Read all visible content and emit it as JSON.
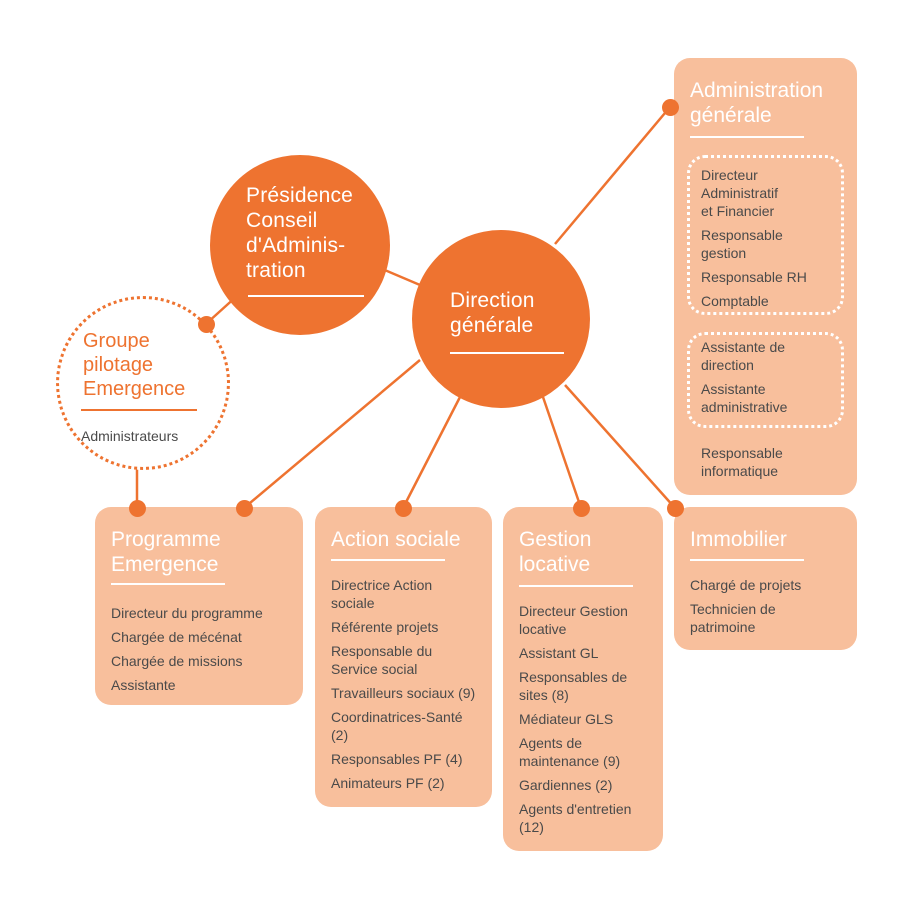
{
  "colors": {
    "accent": "#ee7330",
    "box": "#f8bf9c",
    "text": "#4a4a4a",
    "white": "#ffffff"
  },
  "presidence": {
    "title_lines": [
      "Présidence",
      "Conseil",
      "d'Adminis-",
      "tration"
    ]
  },
  "direction": {
    "title_lines": [
      "Direction",
      "générale"
    ]
  },
  "groupe": {
    "title_lines": [
      "Groupe",
      "pilotage",
      "Emergence"
    ],
    "item": "Administrateurs"
  },
  "admin": {
    "title_lines": [
      "Administration",
      "générale"
    ],
    "group1": [
      [
        "Directeur",
        "Administratif",
        "et Financier"
      ],
      [
        "Responsable",
        "gestion"
      ],
      [
        "Responsable RH"
      ],
      [
        "Comptable"
      ]
    ],
    "group2": [
      [
        "Assistante de",
        "direction"
      ],
      [
        "Assistante",
        "administrative"
      ]
    ],
    "extra": [
      "Responsable",
      "informatique"
    ]
  },
  "programme": {
    "title_lines": [
      "Programme",
      "Emergence"
    ],
    "items": [
      [
        "Directeur du programme"
      ],
      [
        "Chargée de mécénat"
      ],
      [
        "Chargée de missions"
      ],
      [
        "Assistante"
      ]
    ]
  },
  "action": {
    "title_lines": [
      "Action sociale"
    ],
    "items": [
      [
        "Directrice Action",
        "sociale"
      ],
      [
        "Référente projets"
      ],
      [
        "Responsable du",
        "Service social"
      ],
      [
        "Travailleurs sociaux (9)"
      ],
      [
        "Coordinatrices-Santé",
        "(2)"
      ],
      [
        "Responsables PF (4)"
      ],
      [
        "Animateurs PF (2)"
      ]
    ]
  },
  "gestion": {
    "title_lines": [
      "Gestion",
      "locative"
    ],
    "items": [
      [
        "Directeur Gestion",
        "locative"
      ],
      [
        "Assistant GL"
      ],
      [
        "Responsables de",
        "sites (8)"
      ],
      [
        "Médiateur GLS"
      ],
      [
        "Agents de",
        "maintenance (9)"
      ],
      [
        "Gardiennes (2)"
      ],
      [
        "Agents d'entretien",
        "(12)"
      ]
    ]
  },
  "immobilier": {
    "title_lines": [
      "Immobilier"
    ],
    "items": [
      [
        "Chargé de projets"
      ],
      [
        "Technicien de",
        "patrimoine"
      ]
    ]
  }
}
